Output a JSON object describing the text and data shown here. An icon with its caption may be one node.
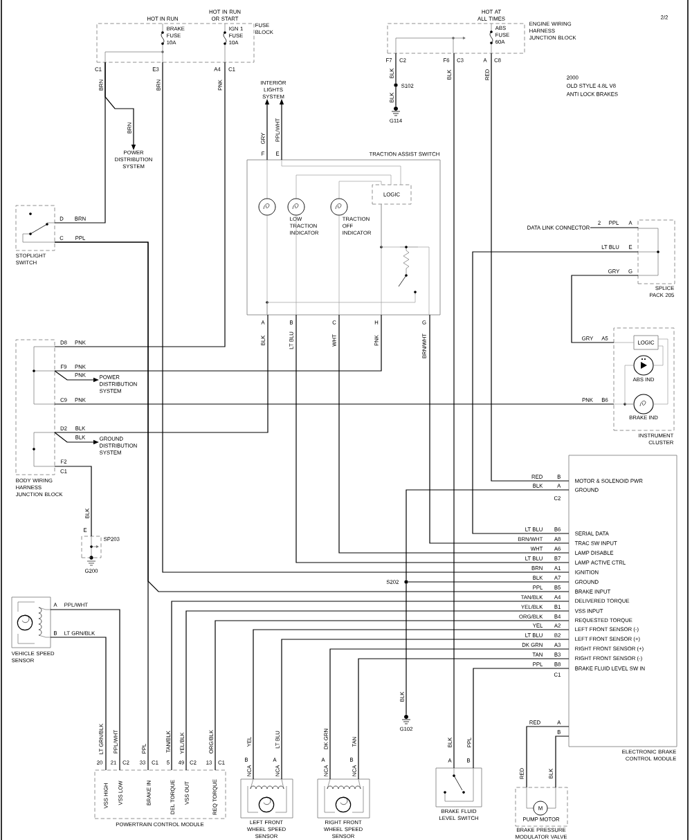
{
  "diagram": {
    "nodes": [
      {
        "text": [
          "BRAKE FUSE 10A",
          "IGN 1 FUSE 10A",
          "FUSE BLOCK"
        ],
        "beside": [
          "HOT IN RUN",
          "HOT IN RUN OR START"
        ]
      },
      {
        "text": [
          "ABS FUSE 60A",
          "ENGINE WIRING HARNESS JUNCTION BLOCK"
        ],
        "beside": [
          "HOT AT ALL TIMES"
        ]
      },
      {
        "text": [
          "POWER DISTRIBUTION SYSTEM"
        ]
      },
      {
        "text": [
          "INTERIOR LIGHTS SYSTEM"
        ]
      },
      {
        "text": [
          "TRACTION ASSIST SWITCH"
        ]
      },
      {
        "text": [
          "LOGIC"
        ],
        "in": 4
      },
      {
        "text": [
          "STOPLIGHT SWITCH"
        ]
      },
      {
        "text": [
          "S102"
        ]
      },
      {
        "text": [
          "G114"
        ]
      },
      {
        "text": [
          "DATA LINK CONNECTOR"
        ]
      },
      {
        "text": [
          "SPLICE PACK 205"
        ]
      },
      {
        "text": [
          "BODY WIRING HARNESS JUNCTION BLOCK"
        ]
      },
      {
        "text": [
          "POWER DISTRIBUTION SYSTEM"
        ]
      },
      {
        "text": [
          "GROUND DISTRIBUTION SYSTEM"
        ]
      },
      {
        "text": [
          "INSTRUMENT CLUSTER"
        ]
      },
      {
        "text": [
          "LOGIC"
        ],
        "in": 14
      },
      {
        "text": [
          "ABS IND"
        ],
        "in": 14
      },
      {
        "text": [
          "BRAKE IND"
        ],
        "in": 14
      },
      {
        "text": [
          "ELECTRONIC BRAKE CONTROL MODULE",
          "MOTOR & SOLENOID PWR",
          "GROUND",
          "SERIAL DATA",
          "TRAC SW INPUT",
          "LAMP DISABLE",
          "LAMP ACTIVE CTRL",
          "IGNITION",
          "GROUND",
          "BRAKE INPUT",
          "DELIVERED TORQUE",
          "VSS INPUT",
          "REQUESTED TORQUE",
          "LEFT FRONT SENSOR (-)",
          "LEFT FRONT SENSOR (+)",
          "RIGHT FRONT SENSOR (+)",
          "RIGHT FRONT SENSOR (-)",
          "BRAKE FLUID LEVEL SW IN"
        ]
      },
      {
        "text": [
          "SP203"
        ]
      },
      {
        "text": [
          "S202"
        ]
      },
      {
        "text": [
          "G102"
        ]
      },
      {
        "text": [
          "VEHICLE SPEED SENSOR"
        ]
      },
      {
        "text": [
          "POWERTRAIN CONTROL MODULE",
          "VSS HIGH",
          "VSS LOW",
          "BRAKE IN",
          "DEL TORQUE",
          "VSS OUT",
          "REQ TORQUE"
        ]
      },
      {
        "text": [
          "LEFT FRONT WHEEL SPEED SENSOR"
        ]
      },
      {
        "text": [
          "RIGHT FRONT WHEEL SPEED SENSOR"
        ]
      },
      {
        "text": [
          "BRAKE FLUID LEVEL SWITCH"
        ]
      },
      {
        "text": [
          "M",
          "PUMP MOTOR",
          "BRAKE PRESSURE MODULATOR VALVE"
        ]
      },
      {
        "text": [],
        "shape": "circle",
        "in": 4
      },
      {
        "text": [],
        "shape": "circle",
        "in": 4,
        "beside": [
          "LOW TRACTION INDICATOR"
        ]
      },
      {
        "text": [],
        "shape": "circle",
        "in": 4,
        "beside": [
          "TRACTION OFF INDICATOR"
        ]
      },
      {
        "text": [],
        "shape": "switch",
        "in": 4
      }
    ],
    "edges": [
      {
        "from": 0,
        "to": 6,
        "arrow": "none"
      },
      {
        "from": 0,
        "to": 2,
        "arrow": "to"
      },
      {
        "from": 0,
        "to": 18,
        "arrow": "none"
      },
      {
        "from": 0,
        "to": 11,
        "arrow": "none"
      },
      {
        "from": 1,
        "to": 7,
        "arrow": "none"
      },
      {
        "from": 7,
        "to": 8,
        "arrow": "none"
      },
      {
        "from": 1,
        "to": 26,
        "arrow": "none"
      },
      {
        "from": 1,
        "to": 18,
        "arrow": "none"
      },
      {
        "from": 4,
        "to": 3,
        "arrow": "to"
      },
      {
        "from": 4,
        "to": 3,
        "arrow": "to"
      },
      {
        "from": 6,
        "to": 18,
        "arrow": "none"
      },
      {
        "from": 6,
        "to": 23,
        "arrow": "none"
      },
      {
        "from": 4,
        "to": 11,
        "arrow": "none"
      },
      {
        "from": 4,
        "to": 18,
        "arrow": "none"
      },
      {
        "from": 4,
        "to": 18,
        "arrow": "none"
      },
      {
        "from": 4,
        "to": 11,
        "arrow": "none"
      },
      {
        "from": 4,
        "to": 18,
        "arrow": "none"
      },
      {
        "from": 11,
        "to": 12,
        "arrow": "to"
      },
      {
        "from": 11,
        "to": 14,
        "arrow": "none"
      },
      {
        "from": 11,
        "to": 13,
        "arrow": "to"
      },
      {
        "from": 11,
        "to": 19,
        "arrow": "none"
      },
      {
        "from": 9,
        "to": 10,
        "arrow": "none"
      },
      {
        "from": 10,
        "to": 18,
        "arrow": "none"
      },
      {
        "from": 10,
        "to": 14,
        "arrow": "none"
      },
      {
        "from": 18,
        "to": 20,
        "arrow": "none"
      },
      {
        "from": 20,
        "to": 18,
        "arrow": "none"
      },
      {
        "from": 20,
        "to": 21,
        "arrow": "none"
      },
      {
        "from": 22,
        "to": 23,
        "arrow": "none"
      },
      {
        "from": 22,
        "to": 23,
        "arrow": "none"
      },
      {
        "from": 23,
        "to": 18,
        "arrow": "none"
      },
      {
        "from": 23,
        "to": 18,
        "arrow": "none"
      },
      {
        "from": 23,
        "to": 18,
        "arrow": "none"
      },
      {
        "from": 24,
        "to": 18,
        "arrow": "none"
      },
      {
        "from": 24,
        "to": 18,
        "arrow": "none"
      },
      {
        "from": 25,
        "to": 18,
        "arrow": "none"
      },
      {
        "from": 25,
        "to": 18,
        "arrow": "none"
      },
      {
        "from": 26,
        "to": 18,
        "arrow": "none"
      },
      {
        "from": 18,
        "to": 27,
        "arrow": "none"
      },
      {
        "from": 18,
        "to": 27,
        "arrow": "none"
      },
      {
        "from": 4,
        "to": 28,
        "arrow": "none",
        "color": "#999999"
      },
      {
        "from": 28,
        "to": 4,
        "arrow": "none",
        "color": "#999999"
      },
      {
        "from": 4,
        "to": 5,
        "arrow": "none",
        "color": "#999999"
      },
      {
        "from": 4,
        "to": 29,
        "arrow": "none",
        "color": "#999999"
      },
      {
        "from": 29,
        "to": 5,
        "arrow": "none",
        "color": "#999999"
      },
      {
        "from": 4,
        "to": 30,
        "arrow": "none",
        "color": "#999999"
      },
      {
        "from": 30,
        "to": 5,
        "arrow": "none",
        "color": "#999999"
      },
      {
        "from": 5,
        "to": 4,
        "arrow": "none",
        "color": "#999999"
      },
      {
        "from": 5,
        "to": 31,
        "arrow": "none",
        "color": "#999999"
      },
      {
        "from": 31,
        "to": 4,
        "arrow": "none",
        "color": "#999999"
      },
      {
        "from": 31,
        "to": 4,
        "arrow": "none",
        "color": "#999999"
      },
      {
        "from": 14,
        "to": 15,
        "arrow": "none",
        "color": "#999999"
      },
      {
        "from": 15,
        "to": 17,
        "arrow": "none",
        "color": "#999999"
      },
      {
        "from": 15,
        "to": 16,
        "arrow": "none",
        "color": "#999999"
      },
      {
        "from": 14,
        "to": 17,
        "arrow": "none",
        "color": "#999999"
      },
      {
        "from": 16,
        "to": 17,
        "arrow": "none",
        "color": "#999999"
      }
    ],
    "labels": [
      "2/2",
      "2000",
      "OLD STYLE 4.8L V8",
      "ANTI LOCK BRAKES",
      "C1",
      "E3",
      "A4",
      "C1",
      "BRN",
      "BRN",
      "PNK",
      "F7",
      "C2",
      "F6",
      "C3",
      "A",
      "C8",
      "BLK",
      "BLK",
      "RED",
      "BLK",
      "BRN",
      "GRY",
      "PPL/WHT",
      "F",
      "E",
      "D",
      "BRN",
      "C",
      "PPL",
      "2",
      "PPL",
      "A",
      "LT BLU",
      "E",
      "GRY",
      "G",
      "A",
      "B",
      "C",
      "H",
      "G",
      "BLK",
      "LT BLU",
      "WHT",
      "PNK",
      "BRN/WHT",
      "D8",
      "PNK",
      "F9",
      "PNK",
      "PNK",
      "C9",
      "PNK",
      "D2",
      "BLK",
      "BLK",
      "F2",
      "C1",
      "GRY",
      "A5",
      "PNK",
      "B6",
      "BLK",
      "E",
      "G200",
      "RED",
      "B",
      "BLK",
      "A",
      "C2",
      "LT BLU",
      "B6",
      "BRN/WHT",
      "A8",
      "WHT",
      "A6",
      "LT BLU",
      "B7",
      "BRN",
      "A1",
      "BLK",
      "A7",
      "PPL",
      "B5",
      "TAN/BLK",
      "A4",
      "YEL/BLK",
      "B1",
      "ORG/BLK",
      "B4",
      "YEL",
      "A2",
      "LT BLU",
      "B2",
      "DK GRN",
      "A3",
      "TAN",
      "B3",
      "PPL",
      "B8",
      "C1",
      "A",
      "PPL/WHT",
      "B",
      "LT GRN/BLK",
      "BLK",
      "LT GRN/BLK",
      "PPL/WHT",
      "PPL",
      "TAN/BLK",
      "YEL/BLK",
      "ORG/BLK",
      "YEL",
      "LT BLU",
      "DK GRN",
      "TAN",
      "BLK",
      "PPL",
      "RED",
      "A",
      "B",
      "20",
      "21",
      "C2",
      "33",
      "C1",
      "5",
      "49",
      "C2",
      "13",
      "C1",
      "B",
      "A",
      "A",
      "B",
      "A",
      "B",
      "NCA",
      "NCA",
      "NCA",
      "NCA",
      "RED",
      "BLK"
    ]
  }
}
